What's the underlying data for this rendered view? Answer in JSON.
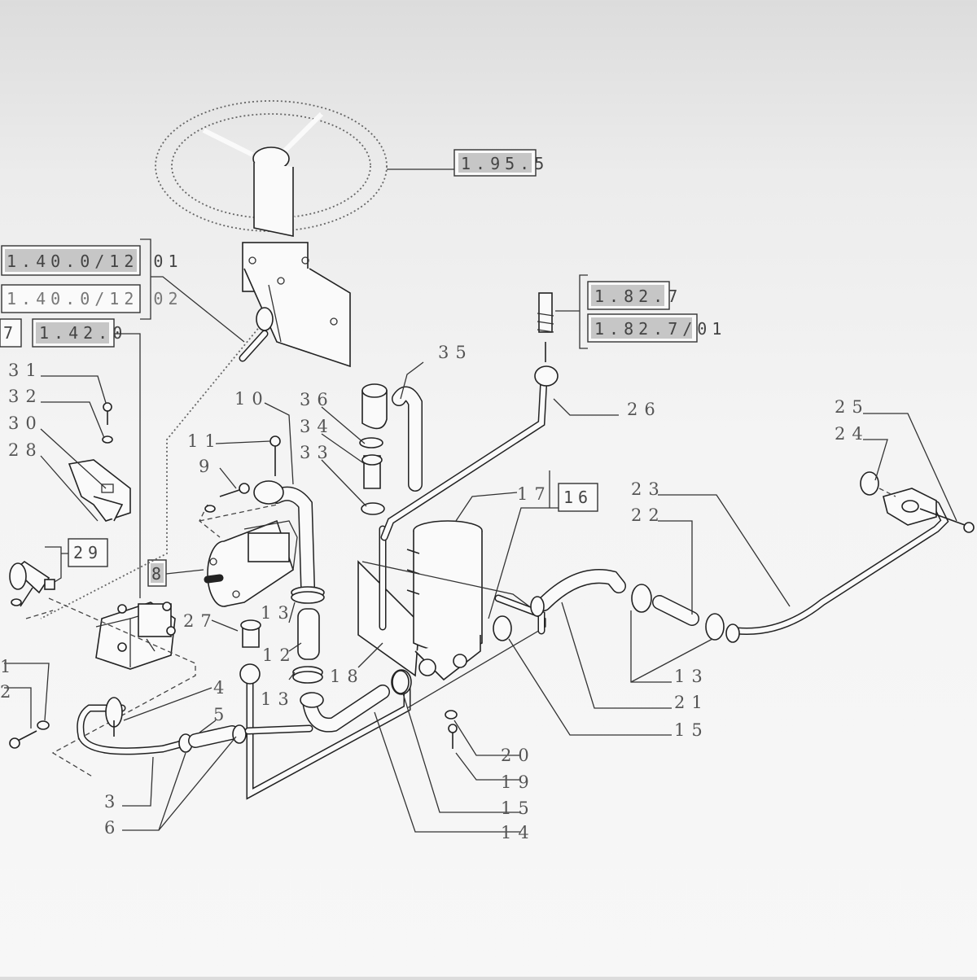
{
  "refs": {
    "r1": "1.95.5",
    "r2": "1.40.0/12 01",
    "r3": "1.40.0/12 02",
    "r4": "1.82.7",
    "r5": "1.82.7/01",
    "r6": "1.42.0",
    "r7": "7",
    "r8": "8",
    "r29": "29",
    "r16": "16"
  },
  "callouts": {
    "c1": "1",
    "c2": "2",
    "c3": "3",
    "c4": "4",
    "c5": "5",
    "c6": "6",
    "c9": "9",
    "c10": "10",
    "c11": "11",
    "c12": "12",
    "c13a": "13",
    "c13b": "13",
    "c13c": "13",
    "c14": "14",
    "c15a": "15",
    "c15b": "15",
    "c17": "17",
    "c18": "18",
    "c19": "19",
    "c20": "20",
    "c21": "21",
    "c22": "22",
    "c23": "23",
    "c24": "24",
    "c25": "25",
    "c26": "26",
    "c27": "27",
    "c28": "28",
    "c30": "30",
    "c31": "31",
    "c32": "32",
    "c33": "33",
    "c34": "34",
    "c35": "35",
    "c36": "36"
  },
  "colors": {
    "ref_fill": "#c6c6c6",
    "line": "#222222",
    "background": "#f4f4f4"
  }
}
